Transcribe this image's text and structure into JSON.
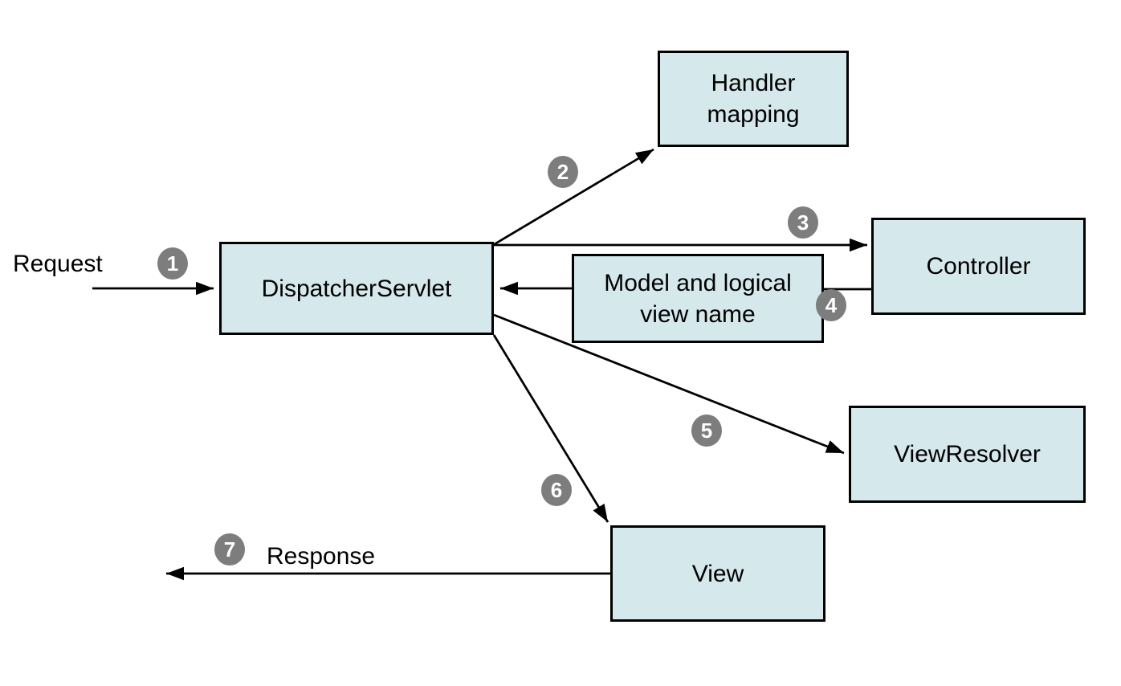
{
  "colors": {
    "background": "#ffffff",
    "node_fill": "#d5e8ec",
    "node_border": "#000000",
    "arrow": "#000000",
    "badge_fill": "#7d7d7d",
    "badge_text": "#ffffff",
    "label_text": "#000000"
  },
  "nodes": {
    "dispatcher_servlet": {
      "label": "DispatcherServlet"
    },
    "handler_mapping": {
      "label": "Handler\nmapping"
    },
    "controller": {
      "label": "Controller"
    },
    "model_and_view": {
      "label": "Model and logical\nview name"
    },
    "view_resolver": {
      "label": "ViewResolver"
    },
    "view": {
      "label": "View"
    }
  },
  "labels": {
    "request": "Request",
    "response": "Response"
  },
  "steps": {
    "s1": "1",
    "s2": "2",
    "s3": "3",
    "s4": "4",
    "s5": "5",
    "s6": "6",
    "s7": "7"
  }
}
